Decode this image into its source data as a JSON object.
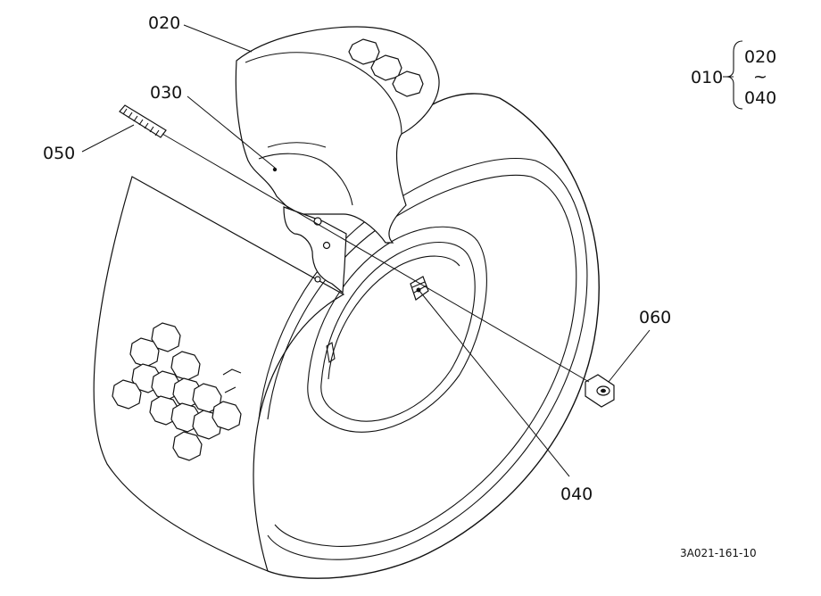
{
  "callouts": {
    "c020": "020",
    "c030": "030",
    "c050": "050",
    "c060": "060",
    "c040": "040",
    "c010": "010",
    "range_top": "020",
    "range_tilde": "~",
    "range_bottom": "040"
  },
  "drawing_code": "3A021-161-10"
}
